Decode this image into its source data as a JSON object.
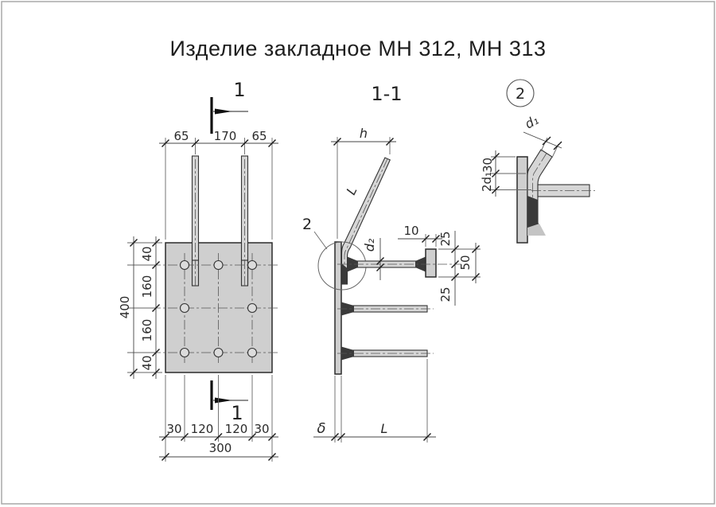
{
  "title": "Изделие закладное МН 312, МН 313",
  "colors": {
    "plate_fill": "#cfcfcf",
    "bar_fill": "#d6d6d6",
    "weld_fill": "#3a3a3a",
    "line": "#2b2b2b",
    "background": "#ffffff"
  },
  "views": {
    "plan": {
      "section_marker_label": "1",
      "top_dims": [
        "65",
        "170",
        "65"
      ],
      "left_dims": [
        "40",
        "160",
        "160",
        "40"
      ],
      "left_total": "400",
      "bottom_dims": [
        "30",
        "120",
        "120",
        "30"
      ],
      "bottom_total": "300"
    },
    "section": {
      "label": "1-1",
      "dim_h": "h",
      "bar_length_label": "L",
      "detail_ref": "2",
      "dim_d2": "d₂",
      "dim_head_thickness": "10",
      "dim_head_above": "25",
      "dim_head_height": "50",
      "dim_head_below": "25",
      "dim_plate_thickness": "δ",
      "dim_anchor_length": "L"
    },
    "detail": {
      "label": "2",
      "dim_d1": "d₁",
      "dim_bend_top": "30",
      "dim_bend_bottom": "2d₁"
    }
  }
}
